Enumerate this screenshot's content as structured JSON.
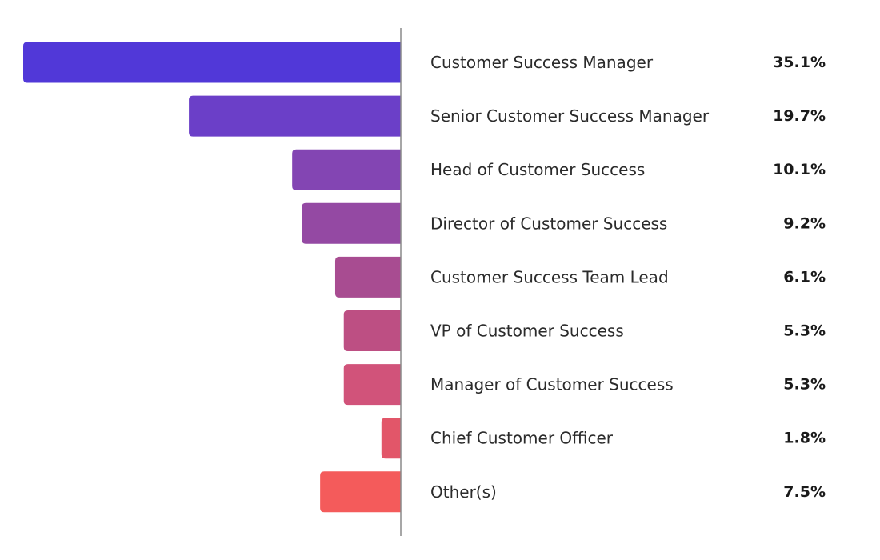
{
  "chart_data": {
    "type": "bar",
    "orientation": "horizontal",
    "title": "",
    "xlabel": "",
    "ylabel": "",
    "grid": false,
    "legend": "none",
    "xlim": [
      0,
      35.1
    ],
    "categories": [
      "Customer Success Manager",
      "Senior Customer Success Manager",
      "Head of Customer Success",
      "Director of Customer Success",
      "Customer Success Team Lead",
      "VP of Customer Success",
      "Manager of Customer Success",
      "Chief Customer Officer",
      "Other(s)"
    ],
    "values": [
      35.1,
      19.7,
      10.1,
      9.2,
      6.1,
      5.3,
      5.3,
      1.8,
      7.5
    ],
    "value_labels": [
      "35.1%",
      "19.7%",
      "10.1%",
      "9.2%",
      "6.1%",
      "5.3%",
      "5.3%",
      "1.8%",
      "7.5%"
    ],
    "colors": [
      "#5138d8",
      "#6b3fc8",
      "#8345b3",
      "#9449a3",
      "#a84c91",
      "#bd4f83",
      "#d1537a",
      "#e25669",
      "#f45b5b"
    ]
  }
}
